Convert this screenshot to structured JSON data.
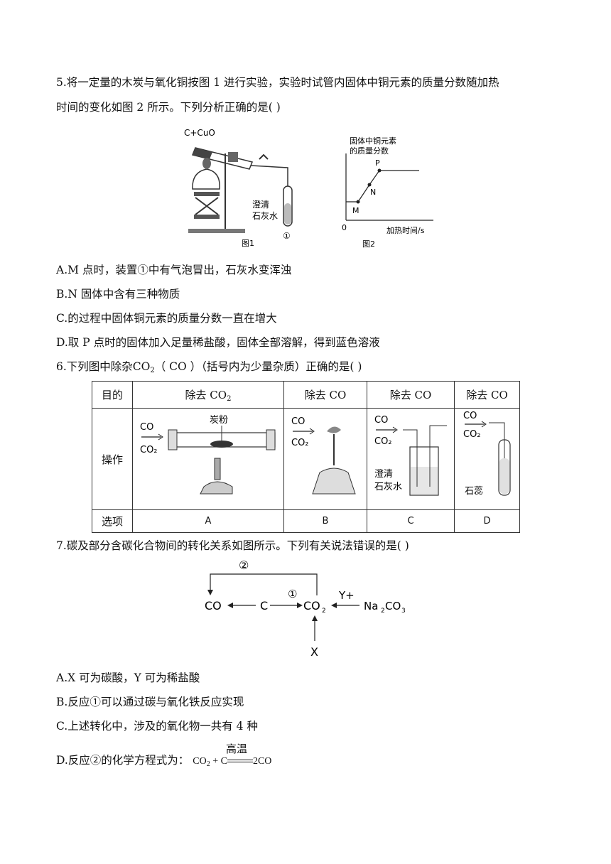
{
  "q5": {
    "stem_line1": "5.将一定量的木炭与氧化铜按图 1 进行实验，实验时试管内固体中铜元素的质量分数随加热",
    "stem_line2": "时间的变化如图 2 所示。下列分析正确的是(   )",
    "fig1": {
      "reagent": "C+CuO",
      "liquid_label_1": "澄清",
      "liquid_label_2": "石灰水",
      "circle_mark": "①",
      "caption": "图1"
    },
    "fig2": {
      "ylabel_1": "固体中铜元素",
      "ylabel_2": "的质量分数",
      "xlabel": "加热时间/s",
      "origin": "0",
      "point_m": "M",
      "point_n": "N",
      "point_p": "P",
      "caption": "图2"
    },
    "options": [
      "A.M 点时，装置①中有气泡冒出，石灰水变浑浊",
      "B.N 固体中含有三种物质",
      "C.的过程中固体铜元素的质量分数一直在增大",
      "D.取 P 点时的固体加入足量稀盐酸，固体全部溶解，得到蓝色溶液"
    ]
  },
  "q6": {
    "stem_prefix": "6.下列图中除杂",
    "stem_co2": "CO",
    "stem_co2_sub": "2",
    "stem_suffix": "（ CO ）（括号内为少量杂质）正确的是(   )",
    "table": {
      "row_headers": [
        "目的",
        "操作",
        "选项"
      ],
      "purpose": [
        {
          "text": "除去 CO",
          "sub": "2"
        },
        {
          "text": "除去 CO",
          "sub": ""
        },
        {
          "text": "除去 CO",
          "sub": ""
        },
        {
          "text": "除去 CO",
          "sub": ""
        }
      ],
      "choices": [
        "A",
        "B",
        "C",
        "D"
      ],
      "op_labels": {
        "co": "CO",
        "co2": "CO₂",
        "charcoal": "炭粉",
        "limewater_1": "澄清",
        "limewater_2": "石灰水",
        "litmus": "石蕊"
      }
    }
  },
  "q7": {
    "stem": "7.碳及部分含碳化合物间的转化关系如图所示。下列有关说法错误的是(   )",
    "diagram": {
      "co": "CO",
      "c": "C",
      "co2": "CO",
      "co2_sub": "2",
      "mark1": "①",
      "mark2": "②",
      "y_plus": "Y+",
      "na2co3_a": "Na",
      "na2co3_b": "2",
      "na2co3_c": "CO",
      "na2co3_d": "3",
      "x": "X"
    },
    "options": [
      "A.X 可为碳酸，Y 可为稀盐酸",
      "B.反应①可以通过碳与氧化铁反应实现",
      "C.上述转化中，涉及的氧化物一共有 4 种"
    ],
    "option_d_prefix": "D.反应②的化学方程式为：",
    "eq_left": "CO",
    "eq_left_sub": "2",
    "eq_plus_c": "+ C",
    "eq_condition": "高温",
    "eq_right": "2CO"
  }
}
